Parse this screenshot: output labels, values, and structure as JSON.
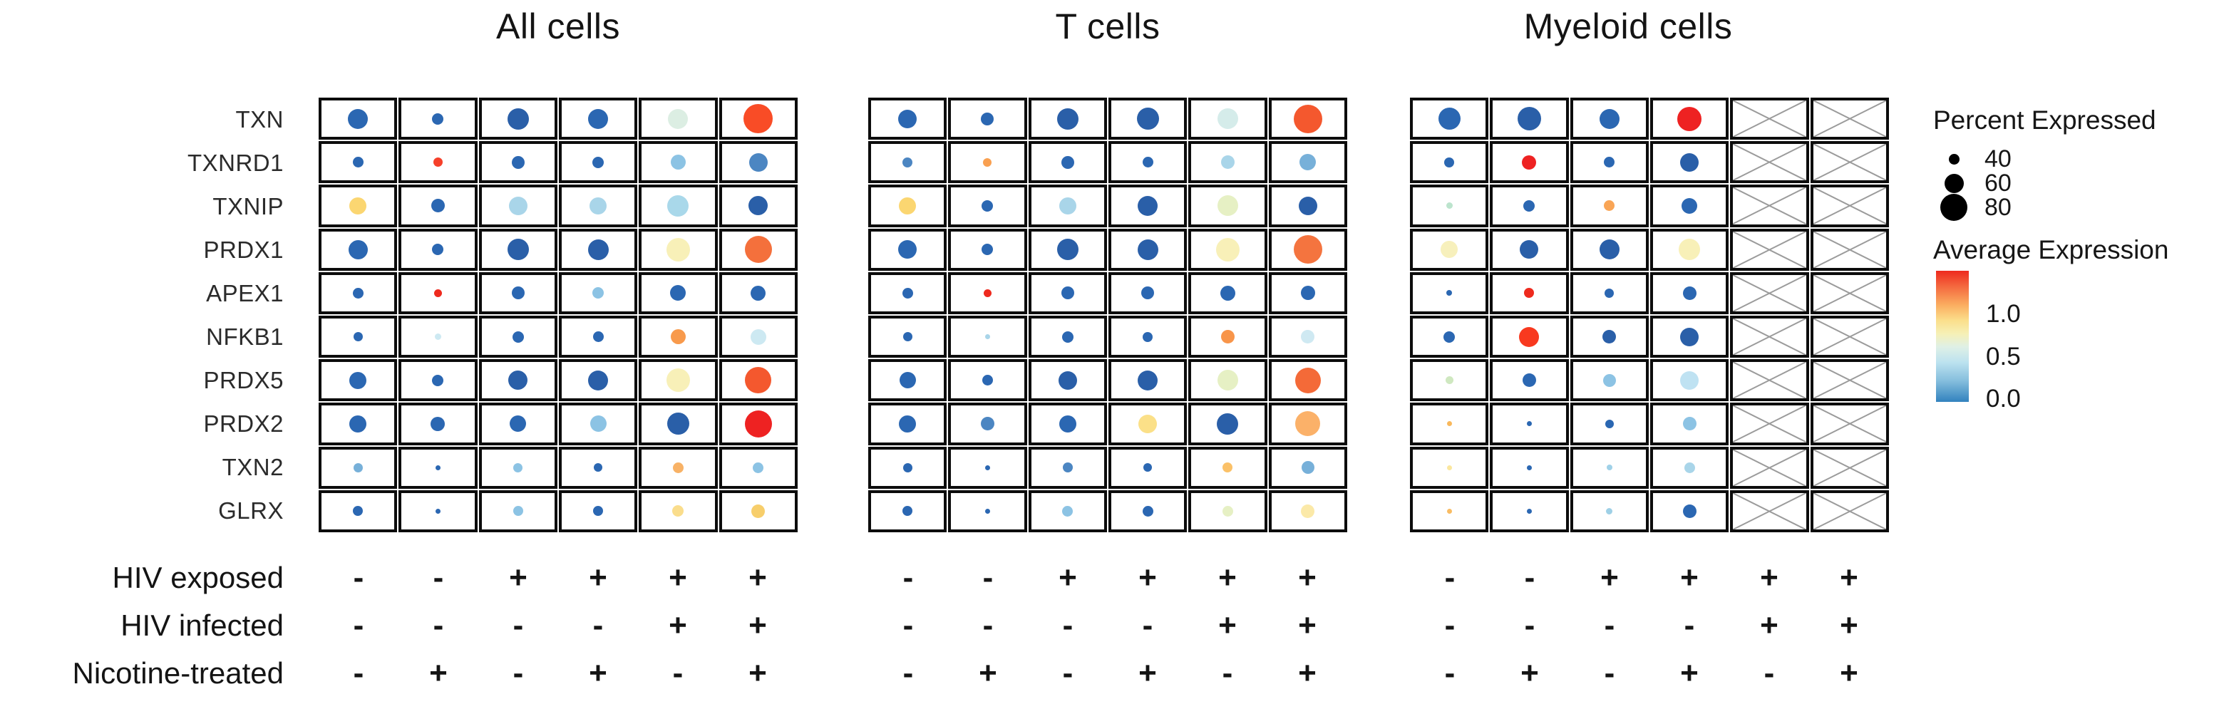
{
  "figure": {
    "panel_titles": [
      "All cells",
      "T cells",
      "Myeloid cells"
    ],
    "genes": [
      "TXN",
      "TXNRD1",
      "TXNIP",
      "PRDX1",
      "APEX1",
      "NFKB1",
      "PRDX5",
      "PRDX2",
      "TXN2",
      "GLRX"
    ],
    "condition_rows": [
      {
        "label": "HIV exposed",
        "marks": [
          "-",
          "-",
          "+",
          "+",
          "+",
          "+"
        ]
      },
      {
        "label": "HIV infected",
        "marks": [
          "-",
          "-",
          "-",
          "-",
          "+",
          "+"
        ]
      },
      {
        "label": "Nicotine-treated",
        "marks": [
          "-",
          "+",
          "-",
          "+",
          "-",
          "+"
        ]
      }
    ],
    "legend": {
      "size_title": "Percent Expressed",
      "sizes": [
        {
          "pct": 40,
          "label": "40"
        },
        {
          "pct": 60,
          "label": "60"
        },
        {
          "pct": 80,
          "label": "80"
        }
      ],
      "color_title": "Average Expression",
      "color_ticks": [
        {
          "label": "1.0",
          "pos": 0.33
        },
        {
          "label": "0.5",
          "pos": 0.66
        },
        {
          "label": "0.0",
          "pos": 0.98
        }
      ],
      "colorbar_stops": [
        "#EE2A1E",
        "#F4693F",
        "#FBAD60",
        "#FBDF8C",
        "#F6F0B6",
        "#DFF0E6",
        "#BCE2EF",
        "#85BEDD",
        "#3282BE"
      ],
      "colorbar_stop_pcts": [
        0,
        12,
        26,
        38,
        48,
        58,
        70,
        84,
        100
      ]
    }
  },
  "chart_data": {
    "type": "heatmap",
    "variant": "dot-plot",
    "title": "",
    "xlabel": "",
    "ylabel": "",
    "size_encoding": "Percent Expressed (dot diameter, %)",
    "color_encoding": "Average Expression (blue 0.0 to red >1.0)",
    "genes": [
      "TXN",
      "TXNRD1",
      "TXNIP",
      "PRDX1",
      "APEX1",
      "NFKB1",
      "PRDX5",
      "PRDX2",
      "TXN2",
      "GLRX"
    ],
    "column_conditions": {
      "HIV exposed": [
        "-",
        "-",
        "+",
        "+",
        "+",
        "+"
      ],
      "HIV infected": [
        "-",
        "-",
        "-",
        "-",
        "+",
        "+"
      ],
      "Nicotine-treated": [
        "-",
        "+",
        "-",
        "+",
        "-",
        "+"
      ]
    },
    "panels": [
      {
        "name": "All cells",
        "dots": [
          [
            [
              62,
              "#2B67B2"
            ],
            [
              42,
              "#2B67B2"
            ],
            [
              66,
              "#2A5FA8"
            ],
            [
              62,
              "#2B67B2"
            ],
            [
              62,
              "#DCEEE3"
            ],
            [
              84,
              "#F94C26"
            ]
          ],
          [
            [
              40,
              "#2B67B2"
            ],
            [
              36,
              "#F6402A"
            ],
            [
              44,
              "#2B67B2"
            ],
            [
              42,
              "#2B67B2"
            ],
            [
              50,
              "#8CC3E4"
            ],
            [
              58,
              "#4C86C2"
            ]
          ],
          [
            [
              56,
              "#FBD671"
            ],
            [
              46,
              "#2B67B2"
            ],
            [
              58,
              "#A9D5E9"
            ],
            [
              56,
              "#A9D5E9"
            ],
            [
              66,
              "#A9D8EA"
            ],
            [
              60,
              "#2A5FA8"
            ]
          ],
          [
            [
              60,
              "#2B67B2"
            ],
            [
              42,
              "#2B67B2"
            ],
            [
              66,
              "#2A5FA8"
            ],
            [
              64,
              "#2A5FA8"
            ],
            [
              70,
              "#F8F0B8"
            ],
            [
              80,
              "#F4703C"
            ]
          ],
          [
            [
              40,
              "#2B67B2"
            ],
            [
              32,
              "#EE2A1E"
            ],
            [
              44,
              "#2B67B2"
            ],
            [
              42,
              "#8CC3E4"
            ],
            [
              52,
              "#2B67B2"
            ],
            [
              50,
              "#2B67B2"
            ]
          ],
          [
            [
              36,
              "#2B67B2"
            ],
            [
              30,
              "#CDE9F2"
            ],
            [
              42,
              "#2B67B2"
            ],
            [
              40,
              "#2B67B2"
            ],
            [
              50,
              "#F89A4C"
            ],
            [
              52,
              "#CDE9F2"
            ]
          ],
          [
            [
              56,
              "#2B67B2"
            ],
            [
              42,
              "#2B67B2"
            ],
            [
              60,
              "#2A5FA8"
            ],
            [
              62,
              "#2A5FA8"
            ],
            [
              70,
              "#F8F0B8"
            ],
            [
              78,
              "#F4582E"
            ]
          ],
          [
            [
              56,
              "#2B67B2"
            ],
            [
              48,
              "#2B67B2"
            ],
            [
              54,
              "#2B67B2"
            ],
            [
              54,
              "#8CC3E4"
            ],
            [
              68,
              "#2A5FA8"
            ],
            [
              80,
              "#EE2222"
            ]
          ],
          [
            [
              36,
              "#77B0D9"
            ],
            [
              22,
              "#2B67B2"
            ],
            [
              36,
              "#8CC3E4"
            ],
            [
              34,
              "#2B67B2"
            ],
            [
              40,
              "#F8B266"
            ],
            [
              40,
              "#8CC3E4"
            ]
          ],
          [
            [
              38,
              "#2B67B2"
            ],
            [
              22,
              "#2B67B2"
            ],
            [
              38,
              "#8CC3E4"
            ],
            [
              38,
              "#2B67B2"
            ],
            [
              42,
              "#FADD8C"
            ],
            [
              46,
              "#F7CE6B"
            ]
          ]
        ]
      },
      {
        "name": "T cells",
        "dots": [
          [
            [
              58,
              "#2B67B2"
            ],
            [
              44,
              "#2B67B2"
            ],
            [
              66,
              "#2A5FA8"
            ],
            [
              68,
              "#2A5FA8"
            ],
            [
              64,
              "#D5ECEA"
            ],
            [
              82,
              "#F4582E"
            ]
          ],
          [
            [
              38,
              "#4C86C2"
            ],
            [
              34,
              "#F9A051"
            ],
            [
              44,
              "#2B67B2"
            ],
            [
              40,
              "#2B67B2"
            ],
            [
              46,
              "#A9D5E9"
            ],
            [
              54,
              "#77B0D9"
            ]
          ],
          [
            [
              56,
              "#FBD671"
            ],
            [
              42,
              "#2B67B2"
            ],
            [
              56,
              "#A9D5E9"
            ],
            [
              62,
              "#2A5FA8"
            ],
            [
              64,
              "#E6F0C4"
            ],
            [
              58,
              "#2A5FA8"
            ]
          ],
          [
            [
              58,
              "#2B67B2"
            ],
            [
              42,
              "#2B67B2"
            ],
            [
              66,
              "#2A5FA8"
            ],
            [
              64,
              "#2A5FA8"
            ],
            [
              70,
              "#F8F0B8"
            ],
            [
              82,
              "#F4743F"
            ]
          ],
          [
            [
              40,
              "#2B67B2"
            ],
            [
              32,
              "#EE2A1E"
            ],
            [
              44,
              "#2B67B2"
            ],
            [
              44,
              "#2B67B2"
            ],
            [
              50,
              "#2B67B2"
            ],
            [
              48,
              "#2B67B2"
            ]
          ],
          [
            [
              36,
              "#2B67B2"
            ],
            [
              26,
              "#A9D5E9"
            ],
            [
              42,
              "#2B67B2"
            ],
            [
              38,
              "#2B67B2"
            ],
            [
              46,
              "#F8954A"
            ],
            [
              46,
              "#CFE9F2"
            ]
          ],
          [
            [
              54,
              "#2B67B2"
            ],
            [
              40,
              "#2B67B2"
            ],
            [
              58,
              "#2A5FA8"
            ],
            [
              62,
              "#2A5FA8"
            ],
            [
              64,
              "#E6F0C4"
            ],
            [
              76,
              "#F46A38"
            ]
          ],
          [
            [
              56,
              "#2B67B2"
            ],
            [
              46,
              "#4C86C2"
            ],
            [
              56,
              "#2B67B2"
            ],
            [
              58,
              "#FBE088"
            ],
            [
              66,
              "#2A5FA8"
            ],
            [
              74,
              "#FBB169"
            ]
          ],
          [
            [
              36,
              "#2B67B2"
            ],
            [
              22,
              "#2B67B2"
            ],
            [
              38,
              "#4C86C2"
            ],
            [
              34,
              "#2B67B2"
            ],
            [
              38,
              "#FBC168"
            ],
            [
              44,
              "#77B0D9"
            ]
          ],
          [
            [
              38,
              "#2B67B2"
            ],
            [
              22,
              "#2B67B2"
            ],
            [
              40,
              "#8CC3E4"
            ],
            [
              40,
              "#2B67B2"
            ],
            [
              40,
              "#E6F0C4"
            ],
            [
              46,
              "#FBE9A8"
            ]
          ]
        ]
      },
      {
        "name": "Myeloid cells",
        "dots": [
          [
            [
              68,
              "#2B67B2"
            ],
            [
              70,
              "#2A5FA8"
            ],
            [
              62,
              "#2B67B2"
            ],
            [
              72,
              "#EE2222"
            ],
            null,
            null
          ],
          [
            [
              38,
              "#2B67B2"
            ],
            [
              48,
              "#EE2222"
            ],
            [
              40,
              "#2B67B2"
            ],
            [
              58,
              "#2A5FA8"
            ],
            null,
            null
          ],
          [
            [
              30,
              "#BCE4CD"
            ],
            [
              42,
              "#2B67B2"
            ],
            [
              40,
              "#F9A556"
            ],
            [
              52,
              "#2B67B2"
            ],
            null,
            null
          ],
          [
            [
              56,
              "#F7F0BC"
            ],
            [
              58,
              "#2A5FA8"
            ],
            [
              62,
              "#2A5FA8"
            ],
            [
              66,
              "#F8F0B8"
            ],
            null,
            null
          ],
          [
            [
              28,
              "#2B67B2"
            ],
            [
              38,
              "#EE2A1E"
            ],
            [
              36,
              "#2B67B2"
            ],
            [
              46,
              "#2B67B2"
            ],
            null,
            null
          ],
          [
            [
              42,
              "#2B67B2"
            ],
            [
              62,
              "#F8391F"
            ],
            [
              46,
              "#2A5FA8"
            ],
            [
              58,
              "#2A5FA8"
            ],
            null,
            null
          ],
          [
            [
              32,
              "#CFE8C0"
            ],
            [
              46,
              "#2B67B2"
            ],
            [
              44,
              "#8CC3E4"
            ],
            [
              58,
              "#BFE2F2"
            ],
            null,
            null
          ],
          [
            [
              26,
              "#F9B85C"
            ],
            [
              24,
              "#2B67B2"
            ],
            [
              34,
              "#2B67B2"
            ],
            [
              46,
              "#8CC3E4"
            ],
            null,
            null
          ],
          [
            [
              22,
              "#FBE79E"
            ],
            [
              24,
              "#2B67B2"
            ],
            [
              28,
              "#9FD1E8"
            ],
            [
              40,
              "#A9D5E9"
            ],
            null,
            null
          ],
          [
            [
              26,
              "#F9BC63"
            ],
            [
              24,
              "#2B67B2"
            ],
            [
              30,
              "#9ED0E6"
            ],
            [
              46,
              "#2B67B2"
            ],
            null,
            null
          ]
        ]
      }
    ],
    "crossed_cells_note": "Myeloid cells panel columns 5 and 6 (HIV infected conditions) contain no data and are crossed out"
  }
}
